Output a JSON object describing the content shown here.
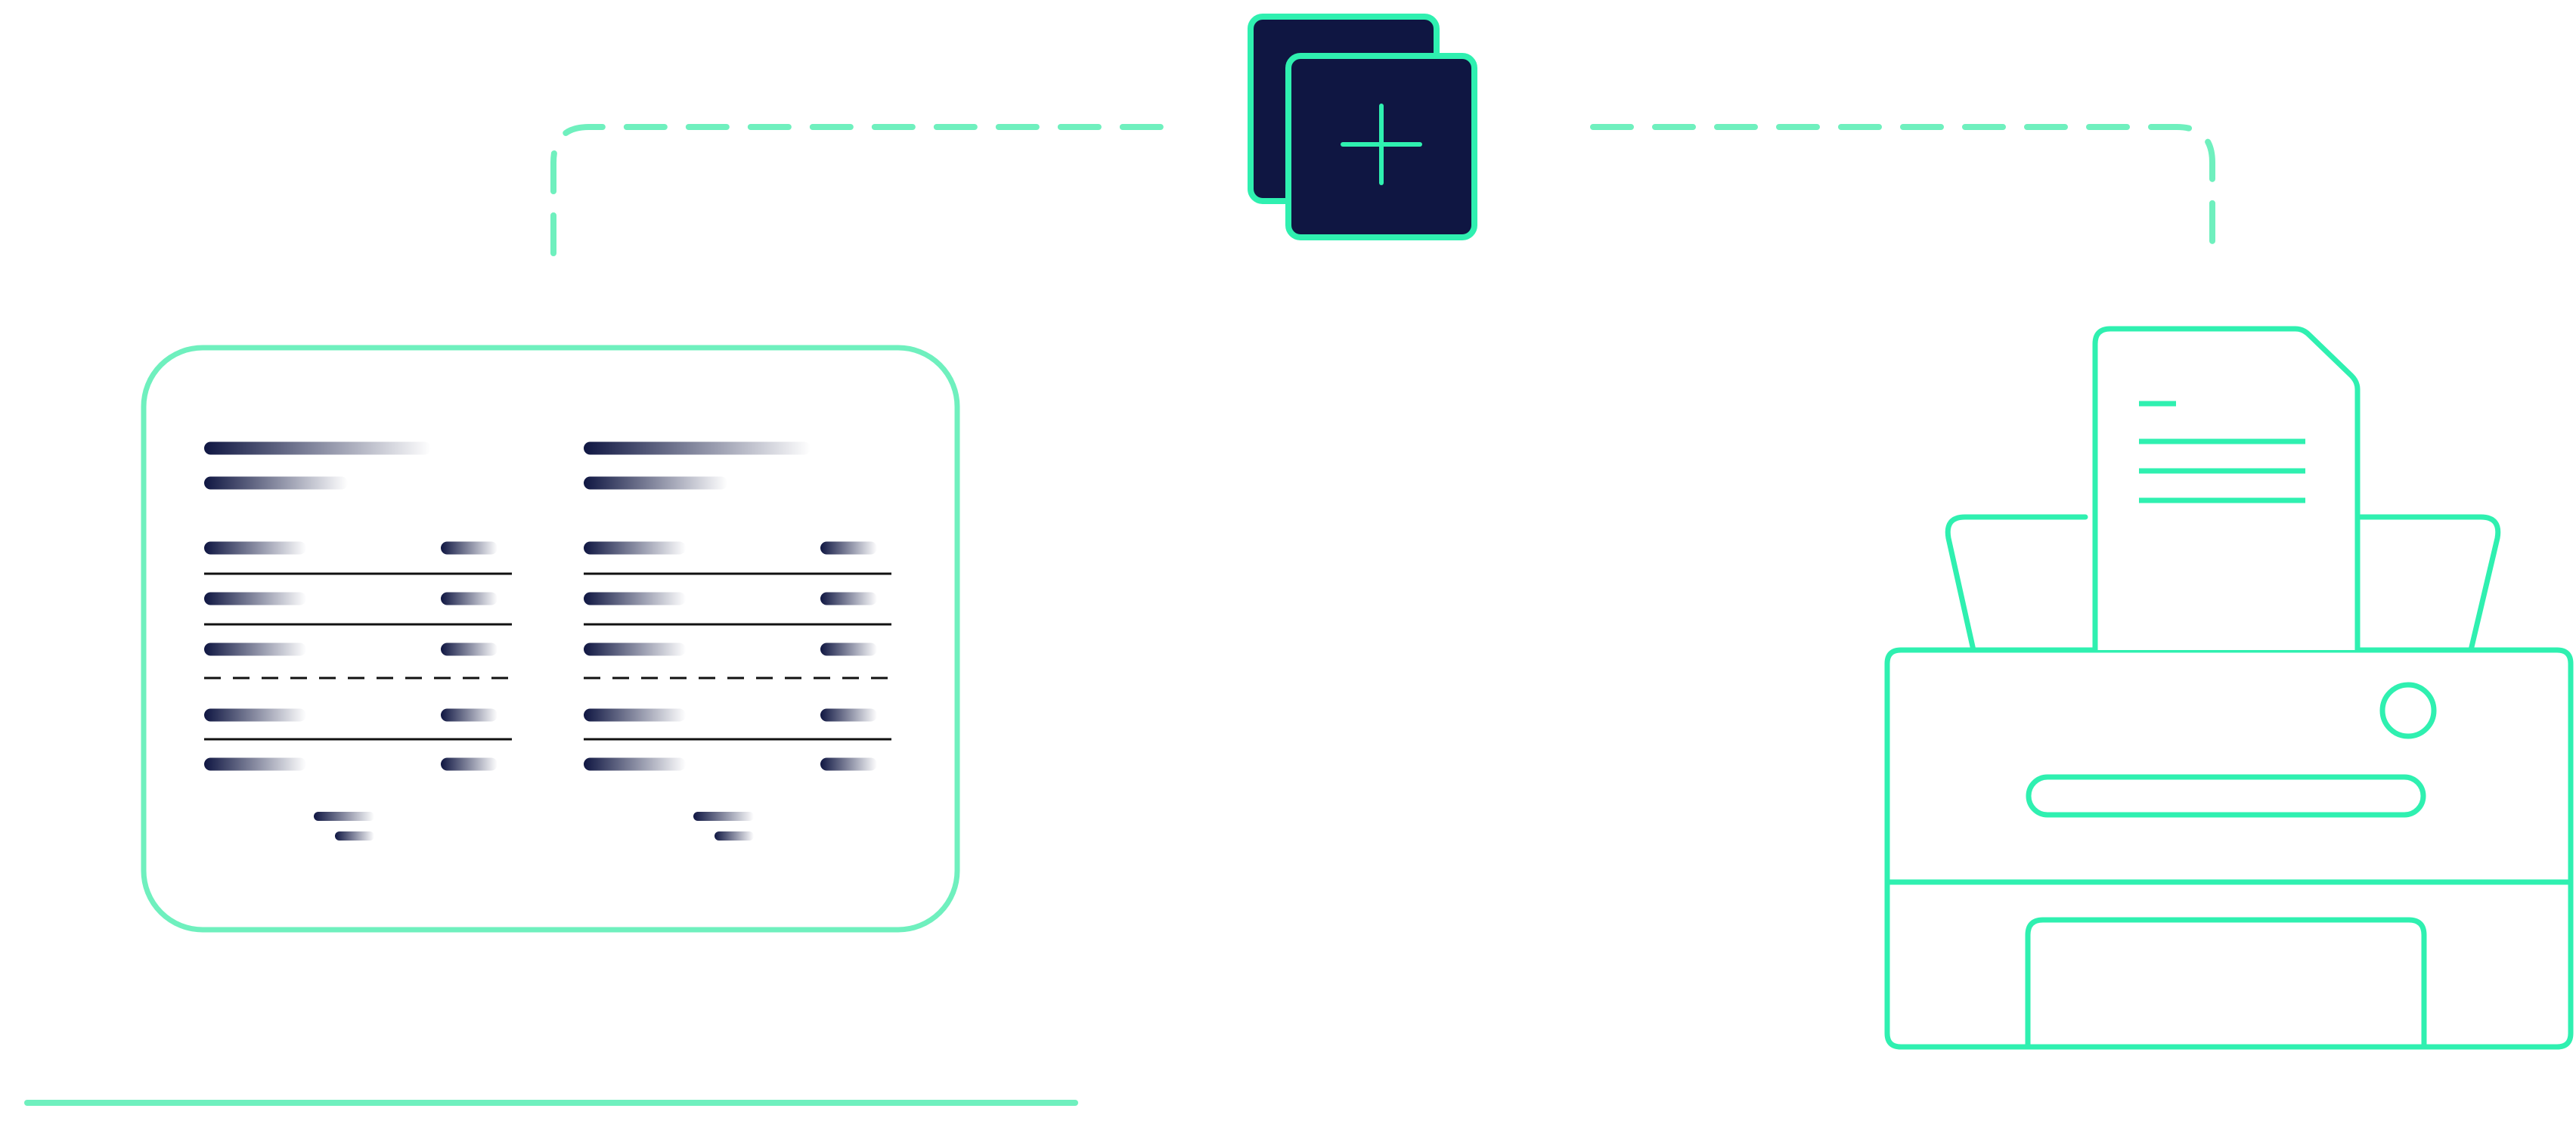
{
  "colors": {
    "accent": "#2ff0b0",
    "accent_soft": "#6ff0be",
    "navy": "#0f1642",
    "rule": "#111111",
    "background": "#ffffff"
  },
  "icons": {
    "add_copy": "plus-icon",
    "printer": "printer-icon",
    "document": "document-icon"
  },
  "receipt_panel": {
    "columns": 2,
    "rows_per_column": 5,
    "row_rule_styles": [
      "solid",
      "solid",
      "dashed",
      "solid"
    ]
  }
}
